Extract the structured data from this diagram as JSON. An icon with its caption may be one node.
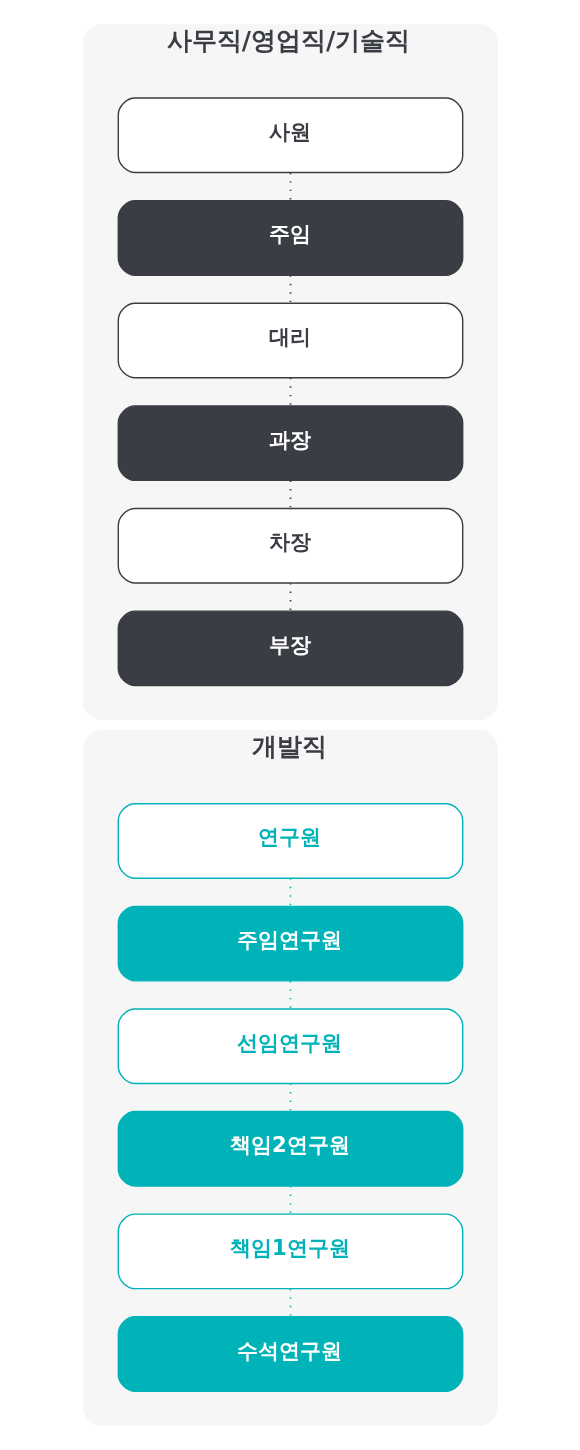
{
  "diagram": {
    "nodes": [
      {
        "text": [
          "사무직/영업직/기술직"
        ]
      },
      {
        "text": [
          "사원"
        ],
        "in": 0
      },
      {
        "text": [
          "주임"
        ],
        "in": 0
      },
      {
        "text": [
          "대리"
        ],
        "in": 0
      },
      {
        "text": [
          "과장"
        ],
        "in": 0
      },
      {
        "text": [
          "차장"
        ],
        "in": 0
      },
      {
        "text": [
          "부장"
        ],
        "in": 0
      },
      {
        "text": [
          "개발직"
        ]
      },
      {
        "text": [
          "연구원"
        ],
        "in": 7
      },
      {
        "text": [
          "주임연구원"
        ],
        "in": 7
      },
      {
        "text": [
          "선임연구원"
        ],
        "in": 7
      },
      {
        "text": [
          "책임2연구원"
        ],
        "in": 7
      },
      {
        "text": [
          "책임1연구원"
        ],
        "in": 7
      },
      {
        "text": [
          "수석연구원"
        ],
        "in": 7
      }
    ],
    "edges": [
      {
        "from": 1,
        "to": 2,
        "arrow": "none",
        "style": "dashed",
        "color": "#3a3d44"
      },
      {
        "from": 2,
        "to": 3,
        "arrow": "none",
        "style": "dashed",
        "color": "#3a3d44"
      },
      {
        "from": 3,
        "to": 4,
        "arrow": "none",
        "style": "dashed",
        "color": "#3a3d44"
      },
      {
        "from": 4,
        "to": 5,
        "arrow": "none",
        "style": "dashed",
        "color": "#3a3d44"
      },
      {
        "from": 5,
        "to": 6,
        "arrow": "none",
        "style": "dashed",
        "color": "#3a3d44"
      },
      {
        "from": 8,
        "to": 9,
        "arrow": "none",
        "style": "dashed",
        "color": "#00b3b8"
      },
      {
        "from": 9,
        "to": 10,
        "arrow": "none",
        "style": "dashed",
        "color": "#00b3b8"
      },
      {
        "from": 10,
        "to": 11,
        "arrow": "none",
        "style": "dashed",
        "color": "#00b3b8"
      },
      {
        "from": 11,
        "to": 12,
        "arrow": "none",
        "style": "dashed",
        "color": "#00b3b8"
      },
      {
        "from": 12,
        "to": 13,
        "arrow": "none",
        "style": "dashed",
        "color": "#00b3b8"
      }
    ]
  }
}
